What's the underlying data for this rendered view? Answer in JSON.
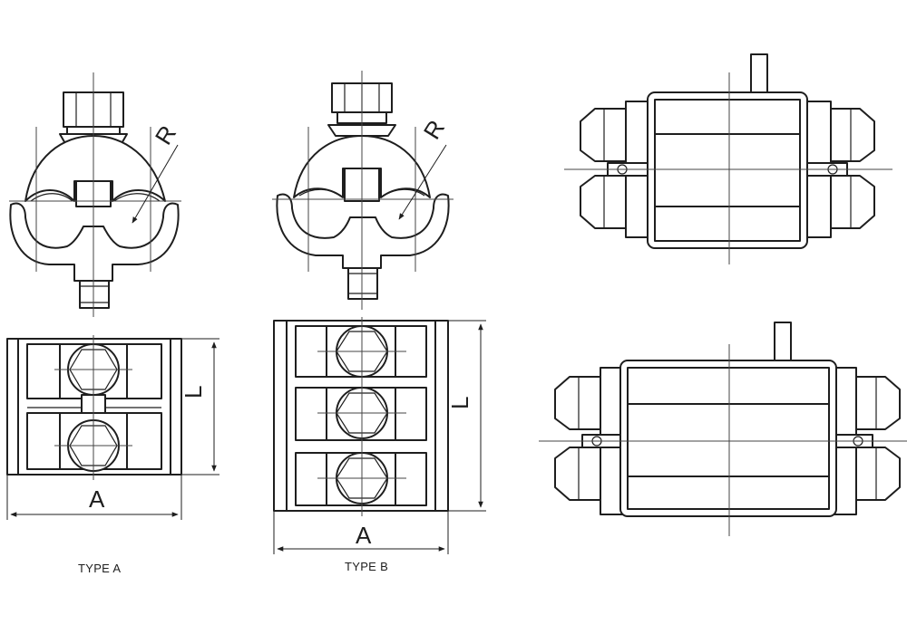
{
  "type_a": {
    "caption": "TYPE A",
    "dim_width": "A",
    "dim_length": "L",
    "dim_radius": "R"
  },
  "type_b": {
    "caption": "TYPE B",
    "dim_width": "A",
    "dim_length": "L",
    "dim_radius": "R"
  }
}
